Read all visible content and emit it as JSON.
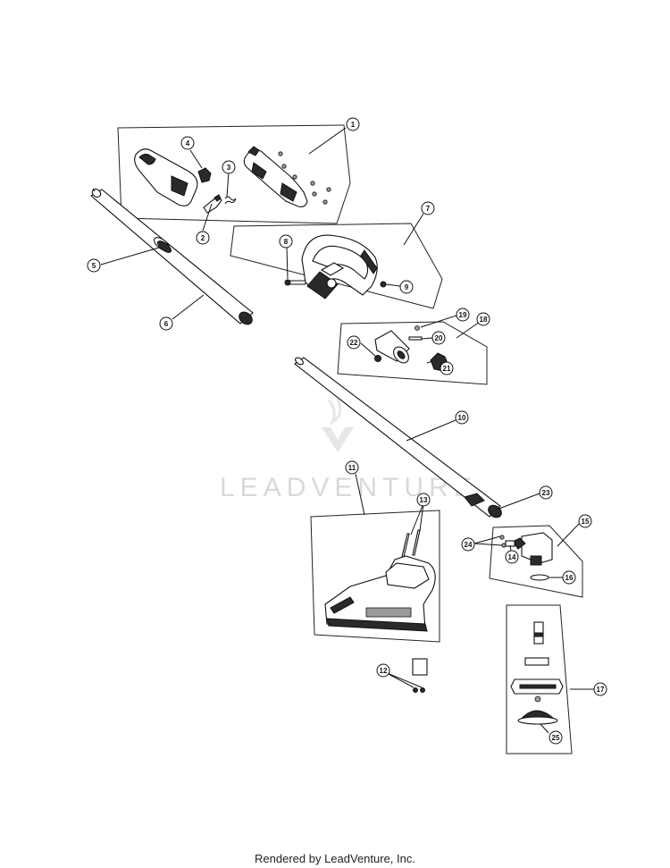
{
  "footer": "Rendered by LeadVenture, Inc.",
  "watermark": "LEADVENTURE",
  "callouts": [
    {
      "id": "c1",
      "label": "1"
    },
    {
      "id": "c2",
      "label": "2"
    },
    {
      "id": "c3",
      "label": "3"
    },
    {
      "id": "c4",
      "label": "4"
    },
    {
      "id": "c5",
      "label": "5"
    },
    {
      "id": "c6",
      "label": "6"
    },
    {
      "id": "c7",
      "label": "7"
    },
    {
      "id": "c8",
      "label": "8"
    },
    {
      "id": "c9",
      "label": "9"
    },
    {
      "id": "c10",
      "label": "10"
    },
    {
      "id": "c11",
      "label": "11"
    },
    {
      "id": "c12",
      "label": "12"
    },
    {
      "id": "c13",
      "label": "13"
    },
    {
      "id": "c14",
      "label": "14"
    },
    {
      "id": "c15",
      "label": "15"
    },
    {
      "id": "c16",
      "label": "16"
    },
    {
      "id": "c17",
      "label": "17"
    },
    {
      "id": "c18",
      "label": "18"
    },
    {
      "id": "c19",
      "label": "19"
    },
    {
      "id": "c20",
      "label": "20"
    },
    {
      "id": "c21",
      "label": "21"
    },
    {
      "id": "c22",
      "label": "22"
    },
    {
      "id": "c23",
      "label": "23"
    },
    {
      "id": "c24",
      "label": "24"
    },
    {
      "id": "c25",
      "label": "25"
    }
  ]
}
